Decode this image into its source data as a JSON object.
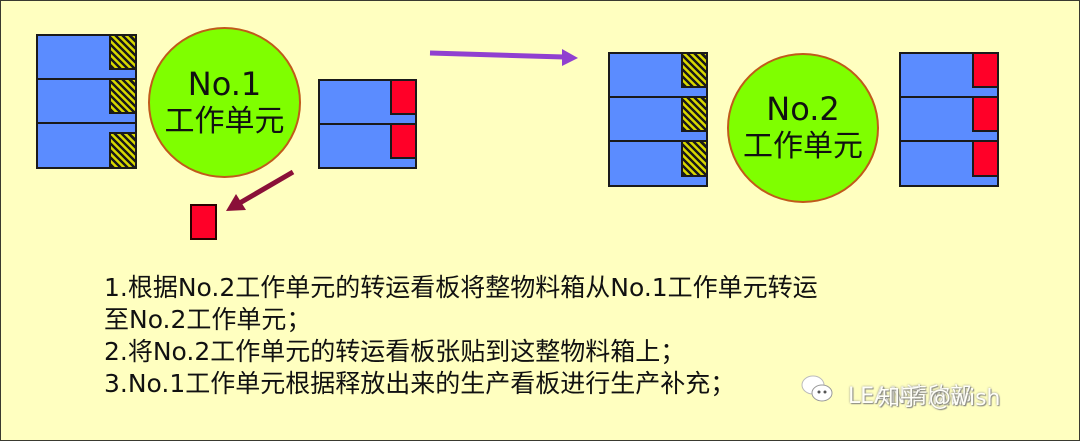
{
  "diagram": {
    "cells": [
      {
        "id": "cell-1",
        "line1": "No.1",
        "line2": "工作单元"
      },
      {
        "id": "cell-2",
        "line1": "No.2",
        "line2": "工作单元"
      }
    ],
    "legend_colors": {
      "container": "#5b8cff",
      "production_kanban": "#ff0028",
      "transport_kanban_hatch": "#d8d800",
      "cell": "#7fff00",
      "transfer_arrow": "#9040d0",
      "release_arrow": "#8a1038",
      "background": "#ffffc0"
    }
  },
  "steps": {
    "line1": "1.根据No.2工作单元的转运看板将整物料箱从No.1工作单元转运",
    "line2": "至No.2工作单元；",
    "line3": "2.将No.2工作单元的转运看板张贴到这整物料箱上；",
    "line4": "3.No.1工作单元根据释放出来的生产看板进行生产补充；"
  },
  "watermark": {
    "text_a": "LEAN清欣部",
    "text_b": "知乎 @wish"
  }
}
